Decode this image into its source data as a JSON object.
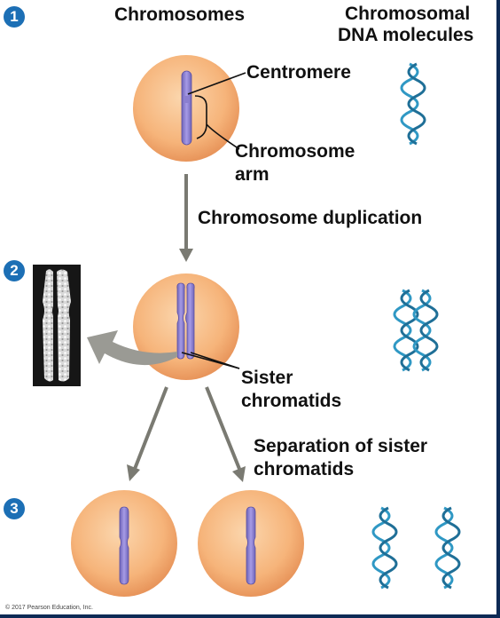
{
  "headers": {
    "chromosomes": "Chromosomes",
    "dna_line1": "Chromosomal",
    "dna_line2": "DNA molecules"
  },
  "steps": [
    "1",
    "2",
    "3"
  ],
  "labels": {
    "centromere": "Centromere",
    "chromosome_arm_line1": "Chromosome",
    "chromosome_arm_line2": "arm",
    "duplication": "Chromosome duplication",
    "sister_line1": "Sister",
    "sister_line2": "chromatids",
    "separation_line1": "Separation of sister",
    "separation_line2": "chromatids"
  },
  "copyright": "© 2017 Pearson Education, Inc.",
  "colors": {
    "step_badge": "#1c6fb5",
    "cell": "#f4a96a",
    "chromosome": "#8b7fd0",
    "dna": "#2f98c4",
    "arrow": "#7a7a72",
    "frame": "#0d2a55"
  }
}
